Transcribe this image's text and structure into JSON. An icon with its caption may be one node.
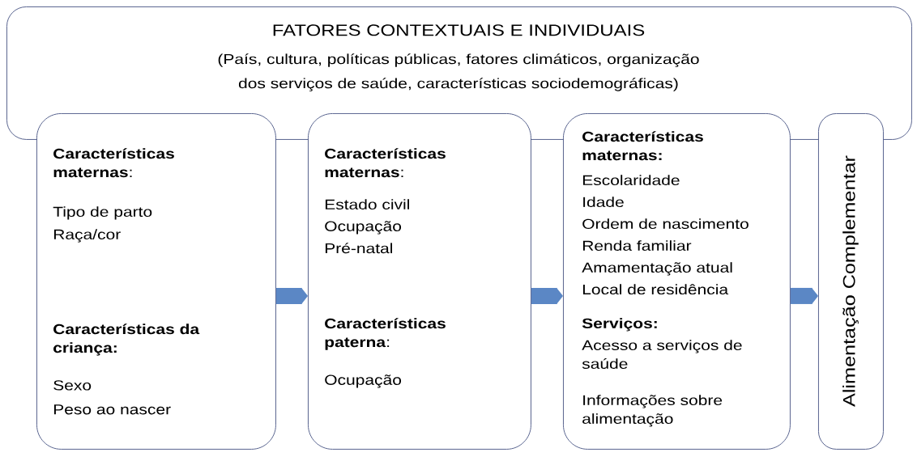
{
  "diagram": {
    "nodes": [
      {
        "text": [
          "FATORES CONTEXTUAIS E INDIVIDUAIS",
          "(País, cultura, políticas públicas, fatores climáticos, organização dos serviços de saúde, características sociodemográficas)"
        ]
      },
      {
        "text": [
          "**Características maternas**:",
          "Tipo de parto",
          "Raça/cor",
          "**Características da criança:**",
          "Sexo",
          "Peso ao nascer"
        ]
      },
      {
        "text": [
          "**Características maternas**:",
          "Estado civil",
          "Ocupação",
          "Pré-natal",
          "**Características paterna**:",
          "Ocupação"
        ]
      },
      {
        "text": [
          "**Características maternas:**",
          "Escolaridade",
          "Idade",
          "Ordem de nascimento",
          "Renda familiar",
          "Amamentação atual",
          "Local de residência",
          "**Serviços:**",
          "Acesso a serviços de saúde",
          "Informações sobre alimentação"
        ]
      },
      {
        "text": [
          "Alimentação Complementar"
        ]
      }
    ],
    "edges": [
      {
        "from": 1,
        "to": 2,
        "arrow": "to"
      },
      {
        "from": 2,
        "to": 3,
        "arrow": "to"
      },
      {
        "from": 3,
        "to": 4,
        "arrow": "to"
      }
    ]
  }
}
